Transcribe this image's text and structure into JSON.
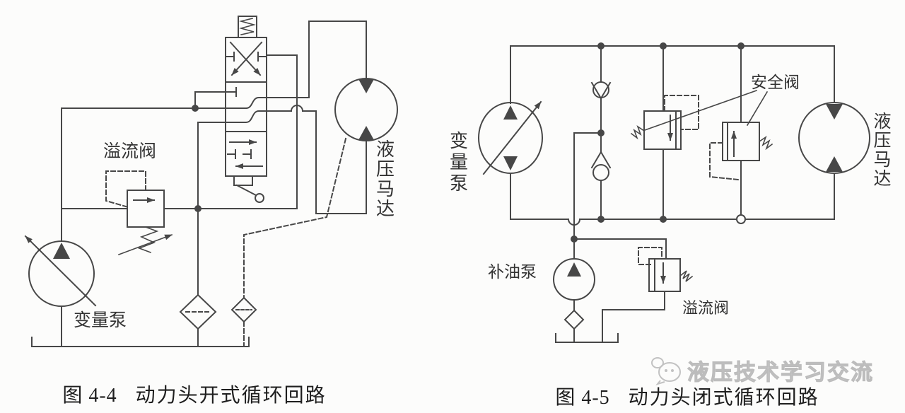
{
  "colors": {
    "line": "#474747",
    "label_text": "#333333",
    "caption_text": "#1e1e1e",
    "watermark_text": "#c6c6c6",
    "background": "#fcfcfb"
  },
  "figure_left": {
    "caption_no": "图 4-4",
    "caption_title": "动力头开式循环回路",
    "labels": {
      "relief_valve": "溢流阀",
      "motor": "液压马达",
      "pump": "变量泵"
    }
  },
  "figure_right": {
    "caption_no": "图 4-5",
    "caption_title": "动力头闭式循环回路",
    "labels": {
      "pump": "变量泵",
      "safety_valve": "安全阀",
      "motor": "液压马达",
      "charge_pump": "补油泵",
      "relief_valve": "溢流阀"
    }
  },
  "watermark": {
    "text": "液压技术学习交流"
  }
}
